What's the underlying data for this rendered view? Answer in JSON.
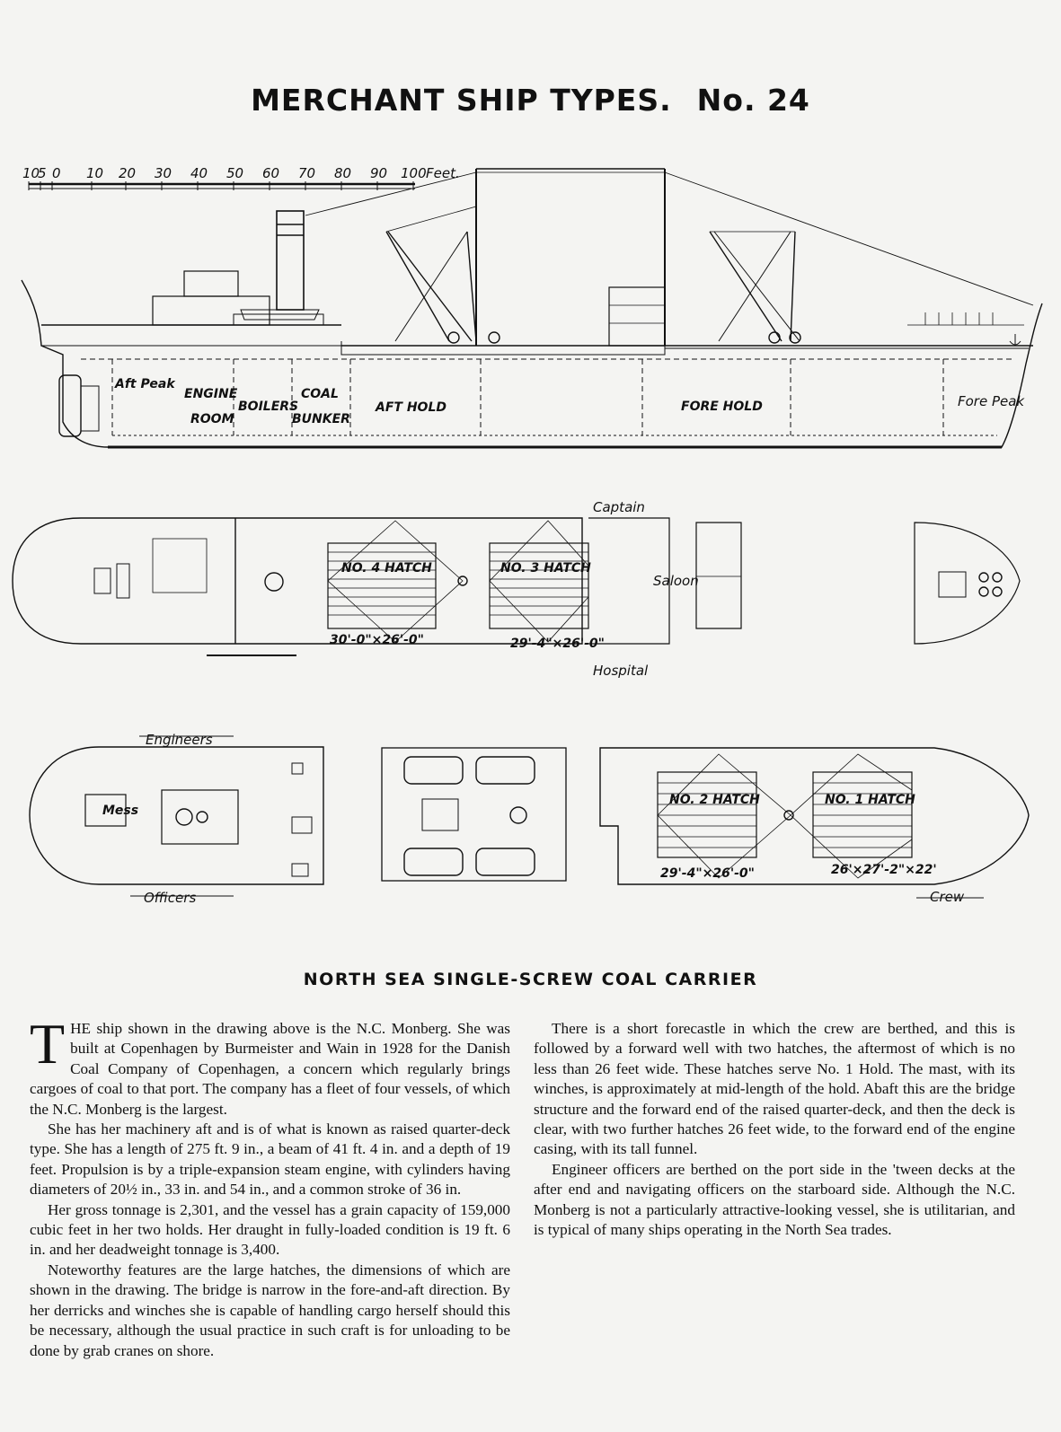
{
  "header": {
    "title": "MERCHANT SHIP TYPES.",
    "number": "No. 24"
  },
  "scale": {
    "ticks": [
      "10",
      "5",
      "0",
      "10",
      "20",
      "30",
      "40",
      "50",
      "60",
      "70",
      "80",
      "90",
      "100"
    ],
    "unit": "Feet."
  },
  "profile_labels": {
    "aft_peak": "Aft Peak",
    "engine": "ENGINE",
    "room": "ROOM",
    "boilers": "BOILERS",
    "coal": "COAL",
    "bunker": "BUNKER",
    "aft_hold": "AFT HOLD",
    "fore_hold": "FORE HOLD",
    "fore_peak": "Fore Peak"
  },
  "deck_plan_labels": {
    "captain": "Captain",
    "saloon": "Saloon",
    "hospital": "Hospital",
    "hatch4": "NO. 4 HATCH",
    "hatch3": "NO. 3 HATCH",
    "hatch4_dim": "30'-0\"×26'-0\"",
    "hatch3_dim": "29'-4\"×26'-0\""
  },
  "lower_plan_labels": {
    "engineers": "Engineers",
    "officers": "Officers",
    "mess": "Mess",
    "hatch2": "NO. 2 HATCH",
    "hatch1": "NO. 1 HATCH",
    "hatch2_dim": "29'-4\"×26'-0\"",
    "hatch1_dim": "26'×27'-2\"×22'",
    "crew": "Crew"
  },
  "subtitle": "NORTH SEA SINGLE-SCREW COAL CARRIER",
  "article": {
    "dropcap": "T",
    "p1_lead": "HE",
    "p1": " ship shown in the drawing above is the N.C. Monberg. She was built at Copenhagen by Burmeister and Wain in 1928 for the Danish Coal Company of Copenhagen, a concern which regularly brings cargoes of coal to that port. The company has a fleet of four vessels, of which the N.C. Monberg is the largest.",
    "p2": "She has her machinery aft and is of what is known as raised quarter-deck type. She has a length of 275 ft. 9 in., a beam of 41 ft. 4 in. and a depth of 19 feet. Propulsion is by a triple-expansion steam engine, with cylinders having diameters of 20½ in., 33 in. and 54 in., and a common stroke of 36 in.",
    "p3": "Her gross tonnage is 2,301, and the vessel has a grain capacity of 159,000 cubic feet in her two holds. Her draught in fully-loaded condition is 19 ft. 6 in. and her deadweight tonnage is 3,400.",
    "p4": "Noteworthy features are the large hatches, the dimensions of which are shown in the drawing. The bridge is narrow in the fore-and-aft direction. By her derricks and winches she is capable of handling cargo herself should this be necessary, although the usual practice in such craft is for unloading to be done by grab cranes on shore.",
    "p5": "There is a short forecastle in which the crew are berthed, and this is followed by a forward well with two hatches, the aftermost of which is no less than 26 feet wide. These hatches serve No. 1 Hold. The mast, with its winches, is approximately at mid-length of the hold. Abaft this are the bridge structure and the forward end of the raised quarter-deck, and then the deck is clear, with two further hatches 26 feet wide, to the forward end of the engine casing, with its tall funnel.",
    "p6": "Engineer officers are berthed on the port side in the 'tween decks at the after end and navigating officers on the starboard side. Although the N.C. Monberg is not a particularly attractive-looking vessel, she is utilitarian, and is typical of many ships operating in the North Sea trades."
  }
}
